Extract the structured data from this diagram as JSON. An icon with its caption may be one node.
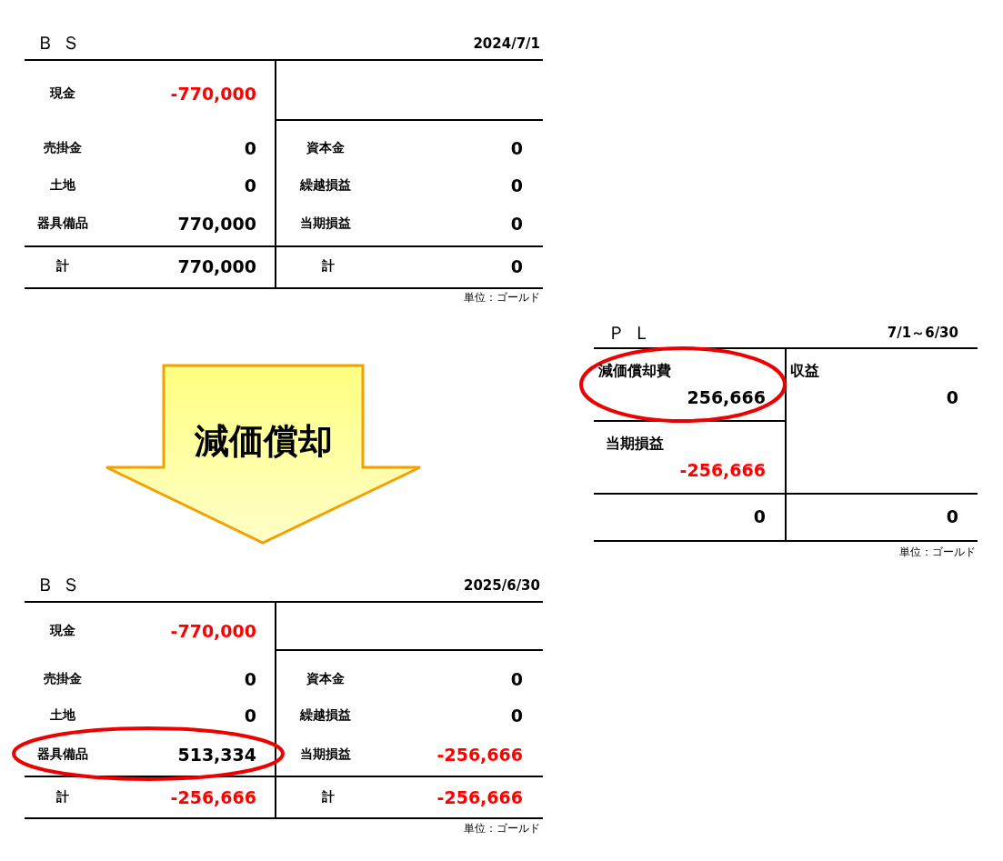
{
  "diagram": {
    "nodes": [
      {
        "text": [
          "減価償却"
        ]
      }
    ],
    "labels": [
      "ＢＳ",
      "2024/7/1",
      "現金",
      "-770,000",
      "売掛金",
      "0",
      "資本金",
      "0",
      "土地",
      "0",
      "繰越損益",
      "0",
      "器具備品",
      "770,000",
      "当期損益",
      "0",
      "計",
      "770,000",
      "計",
      "0",
      "単位：ゴールド",
      "ＰＬ",
      "7/1～6/30",
      "減価償却費",
      "256,666",
      "収益",
      "0",
      "当期損益",
      "-256,666",
      "0",
      "0",
      "単位：ゴールド",
      "ＢＳ",
      "2025/6/30",
      "現金",
      "-770,000",
      "売掛金",
      "0",
      "資本金",
      "0",
      "土地",
      "0",
      "繰越損益",
      "0",
      "器具備品",
      "513,334",
      "当期損益",
      "-256,666",
      "計",
      "-256,666",
      "計",
      "-256,666",
      "単位：ゴールド"
    ]
  }
}
